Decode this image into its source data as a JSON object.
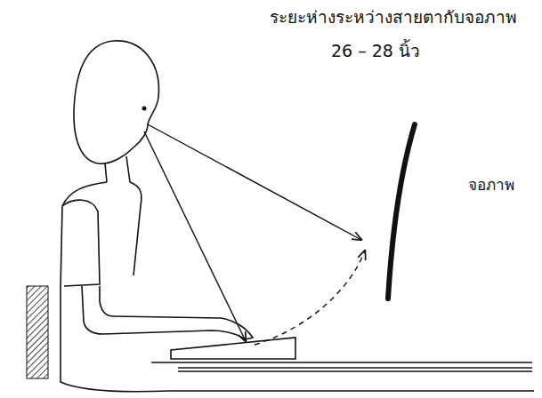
{
  "diagram": {
    "labels": [
      "ระยะห่างระหว่างสายตากับจอภาพ",
      "26 – 28 นิ้ว",
      "จอภาพ"
    ]
  }
}
